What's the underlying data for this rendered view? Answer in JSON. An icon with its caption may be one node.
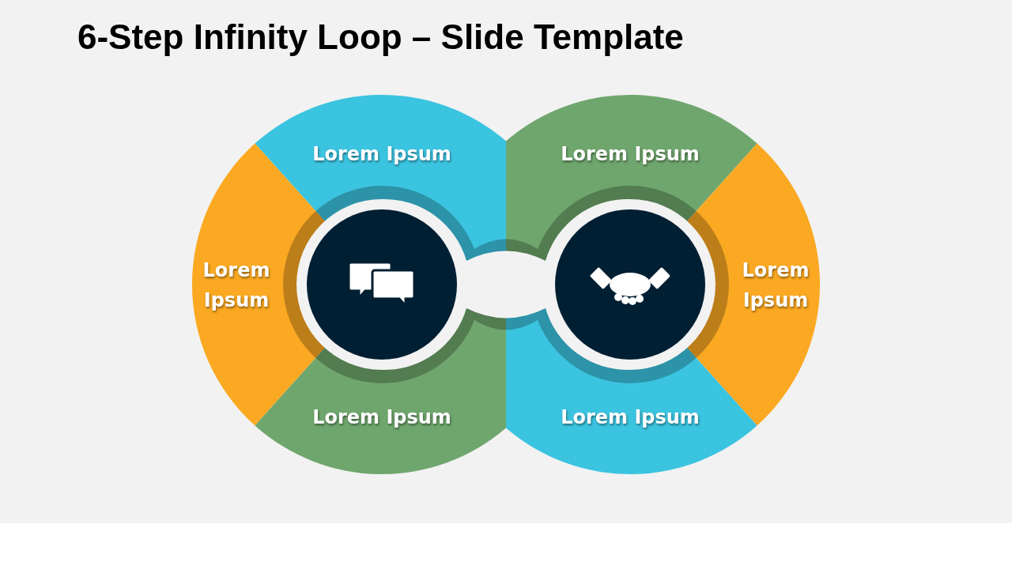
{
  "diagram": {
    "title": "6-Step Infinity Loop – Slide Template",
    "nodes": [
      {
        "text": [
          "Lorem Ipsum"
        ]
      },
      {
        "text": [
          "Lorem Ipsum"
        ]
      },
      {
        "text": [
          "Lorem Ipsum"
        ]
      },
      {
        "text": [
          "Lorem Ipsum"
        ]
      },
      {
        "text": [
          "Lorem Ipsum"
        ]
      },
      {
        "text": [
          "Lorem Ipsum"
        ]
      }
    ]
  }
}
